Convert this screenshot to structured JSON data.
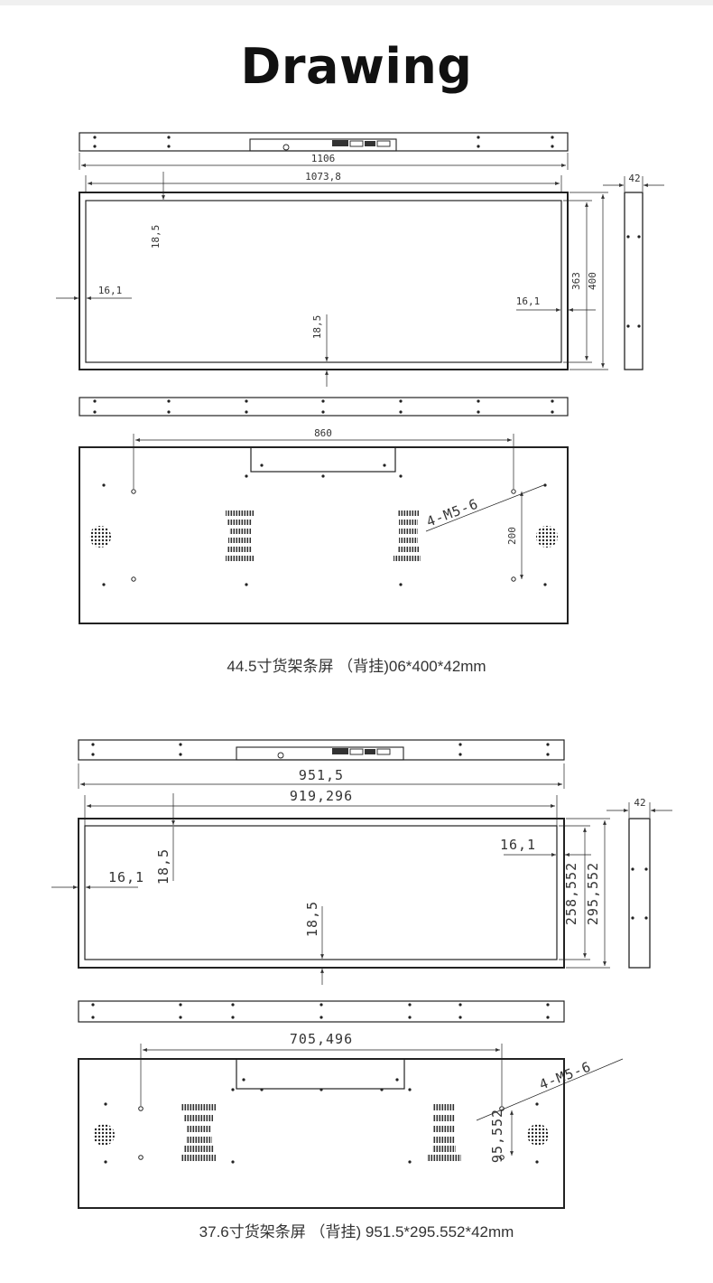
{
  "title": "Drawing",
  "drawing1": {
    "dims": {
      "total_width": "1106",
      "inner_width": "1073,8",
      "bezel_top": "18,5",
      "bezel_left": "16,1",
      "bezel_right": "16,1",
      "bezel_bottom": "18,5",
      "inner_height": "363",
      "total_height": "400",
      "depth": "42",
      "mount_width": "860",
      "mount_height": "200",
      "screw_spec": "4-M5-6"
    },
    "caption": "44.5寸货架条屏 （背挂)06*400*42mm"
  },
  "drawing2": {
    "dims": {
      "total_width": "951,5",
      "inner_width": "919,296",
      "bezel_top": "18,5",
      "bezel_left": "16,1",
      "bezel_right": "16,1",
      "bezel_bottom": "18,5",
      "inner_height": "258,552",
      "total_height": "295,552",
      "depth": "42",
      "mount_width": "705,496",
      "mount_height": "95,552",
      "screw_spec": "4-M5-6"
    },
    "caption": "37.6寸货架条屏 （背挂) 951.5*295.552*42mm"
  }
}
